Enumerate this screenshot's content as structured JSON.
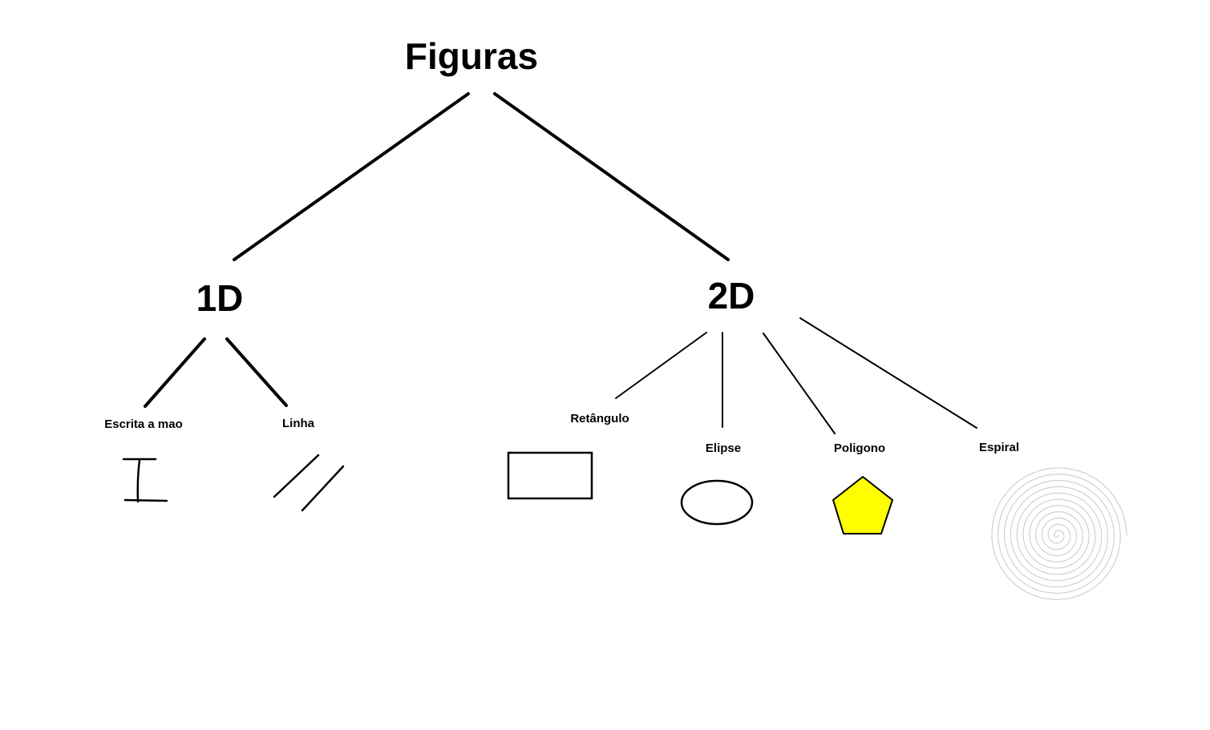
{
  "diagram": {
    "root": {
      "label": "Figuras"
    },
    "branches": [
      {
        "key": "1d",
        "label": "1D",
        "children": [
          {
            "key": "escrita",
            "label": "Escrita a mao",
            "icon": "handwriting-stroke-icon"
          },
          {
            "key": "linha",
            "label": "Linha",
            "icon": "parallel-lines-icon"
          }
        ]
      },
      {
        "key": "2d",
        "label": "2D",
        "children": [
          {
            "key": "retangulo",
            "label": "Retângulo",
            "icon": "rectangle-icon"
          },
          {
            "key": "elipse",
            "label": "Elipse",
            "icon": "ellipse-icon"
          },
          {
            "key": "poligono",
            "label": "Poligono",
            "icon": "pentagon-icon"
          },
          {
            "key": "espiral",
            "label": "Espiral",
            "icon": "spiral-icon"
          }
        ]
      }
    ]
  },
  "colors": {
    "background": "#ffffff",
    "edge": "#000000",
    "shape_outline": "#000000",
    "pentagon_fill": "#ffff00",
    "spiral_stroke": "#c8c8c8"
  }
}
